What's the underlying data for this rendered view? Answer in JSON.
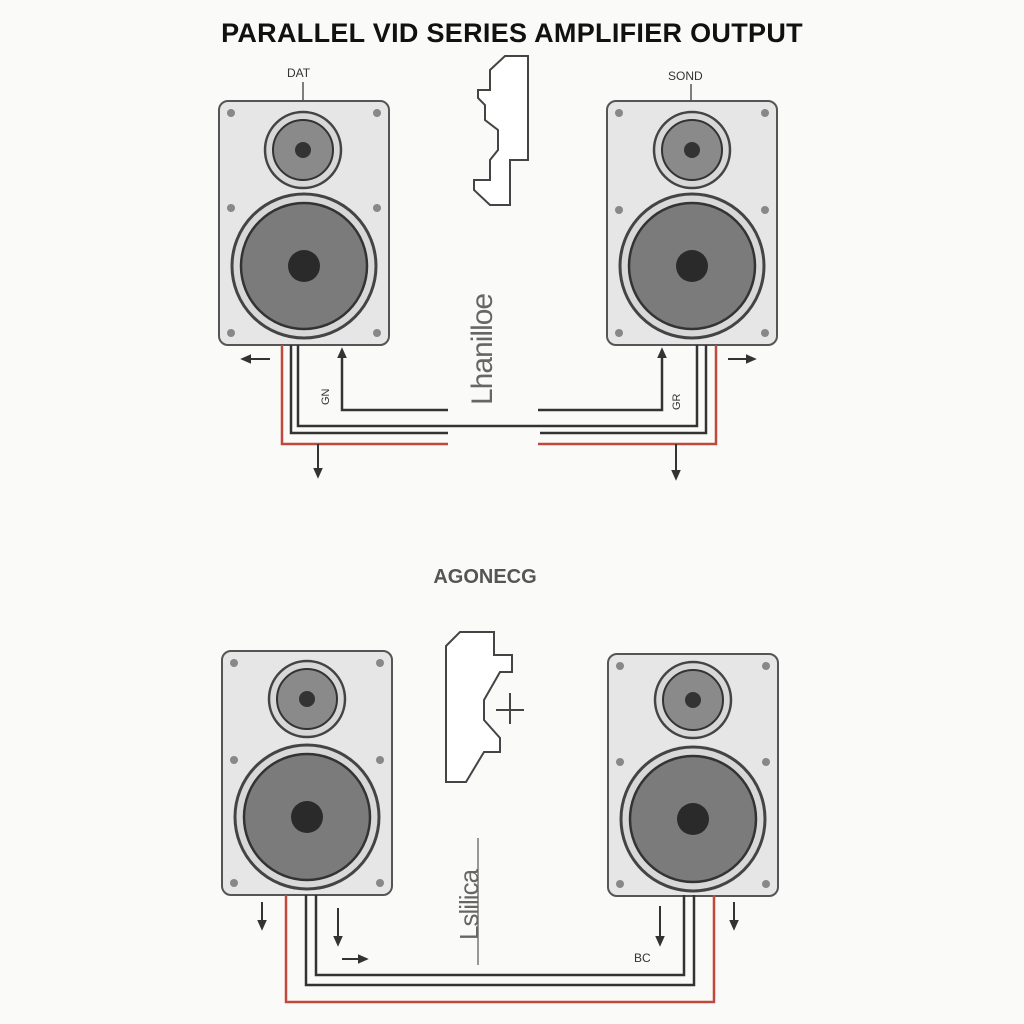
{
  "title": "PARALLEL VID SERIES AMPLIFIER OUTPUT",
  "subtitle": "AGONECG",
  "top_section": {
    "left_speaker_label": "DAT",
    "right_speaker_label": "SOND",
    "left_wire_label": "GN",
    "right_wire_label": "GR",
    "amplifier_text": "Lhanilloe"
  },
  "bottom_section": {
    "amplifier_text": "Lslilica",
    "bottom_label": "BC"
  },
  "colors": {
    "wire_red": "#c0483c",
    "wire_dark": "#333333",
    "speaker_fill": "#e6e6e6",
    "cone": "#7b7b7b"
  }
}
